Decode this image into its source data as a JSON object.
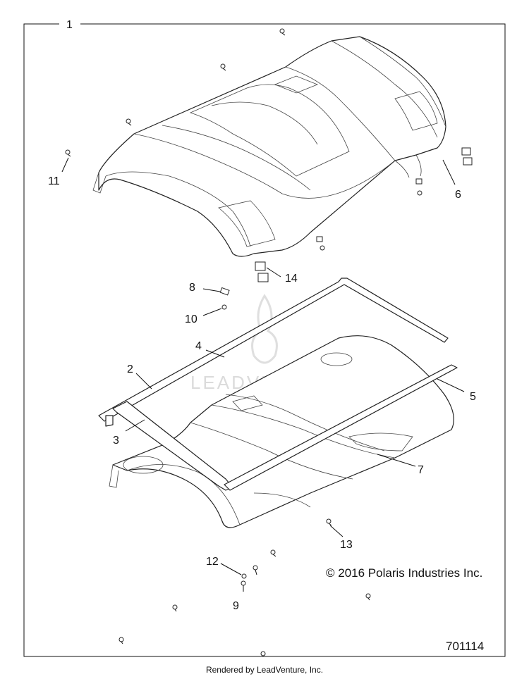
{
  "diagram": {
    "callouts": [
      {
        "id": "1",
        "label": "1"
      },
      {
        "id": "2",
        "label": "2"
      },
      {
        "id": "3",
        "label": "3"
      },
      {
        "id": "4",
        "label": "4"
      },
      {
        "id": "5",
        "label": "5"
      },
      {
        "id": "6",
        "label": "6"
      },
      {
        "id": "7",
        "label": "7"
      },
      {
        "id": "8",
        "label": "8"
      },
      {
        "id": "9",
        "label": "9"
      },
      {
        "id": "10",
        "label": "10"
      },
      {
        "id": "11",
        "label": "11"
      },
      {
        "id": "12",
        "label": "12"
      },
      {
        "id": "13",
        "label": "13"
      },
      {
        "id": "14",
        "label": "14"
      }
    ],
    "copyright": "© 2016 Polaris Industries Inc.",
    "part_number": "701114",
    "watermark": "LEADVENTURE"
  },
  "footer": {
    "text": "Rendered by LeadVenture, Inc."
  }
}
